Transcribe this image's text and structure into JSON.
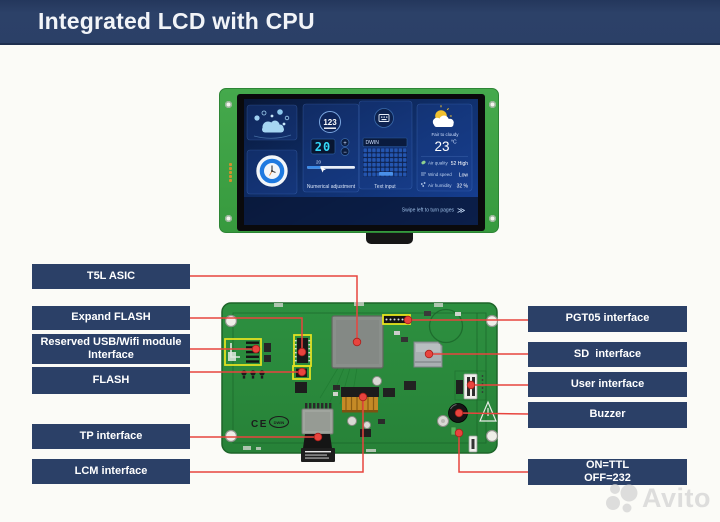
{
  "header": {
    "title": "Integrated LCD with CPU"
  },
  "device": {
    "screen": {
      "numeric_card": {
        "badge": "123",
        "display_value": "20",
        "plus": "+",
        "minus": "−",
        "slider_value": "20",
        "caption": "Numerical adjustment"
      },
      "text_card": {
        "field_value": "DWIN",
        "caption": "Text input"
      },
      "weather_card": {
        "condition": "Fair to cloudy",
        "temperature": "23",
        "unit": "°C",
        "metrics": [
          {
            "label": "Air quality",
            "value": "52 High"
          },
          {
            "label": "Wind speed",
            "value": "Low"
          },
          {
            "label": "Air humidity",
            "value": "32 %"
          }
        ]
      },
      "footer": {
        "hint": "Swipe left to turn pages",
        "arrow": "≫"
      }
    }
  },
  "pcb": {
    "ce_mark": "CE",
    "brand_logo": "DWIN"
  },
  "callouts": {
    "left": [
      {
        "text": "T5L ASIC"
      },
      {
        "text": "Expand FLASH"
      },
      {
        "line1": "Reserved USB/Wifi module",
        "line2": "Interface"
      },
      {
        "text": "FLASH"
      },
      {
        "text": "TP interface"
      },
      {
        "text": "LCM interface"
      }
    ],
    "right": [
      {
        "text": "PGT05 interface"
      },
      {
        "text": "SD  interface"
      },
      {
        "text": "User interface"
      },
      {
        "text": "Buzzer"
      },
      {
        "line1": "ON=TTL",
        "line2": "OFF=232"
      }
    ]
  },
  "watermark": {
    "text": "Avito"
  },
  "colors": {
    "accent_red": "#e8443e",
    "navy": "#2b4067",
    "pcb_green": "#2b8c3c",
    "frame_green": "#3ca044"
  }
}
